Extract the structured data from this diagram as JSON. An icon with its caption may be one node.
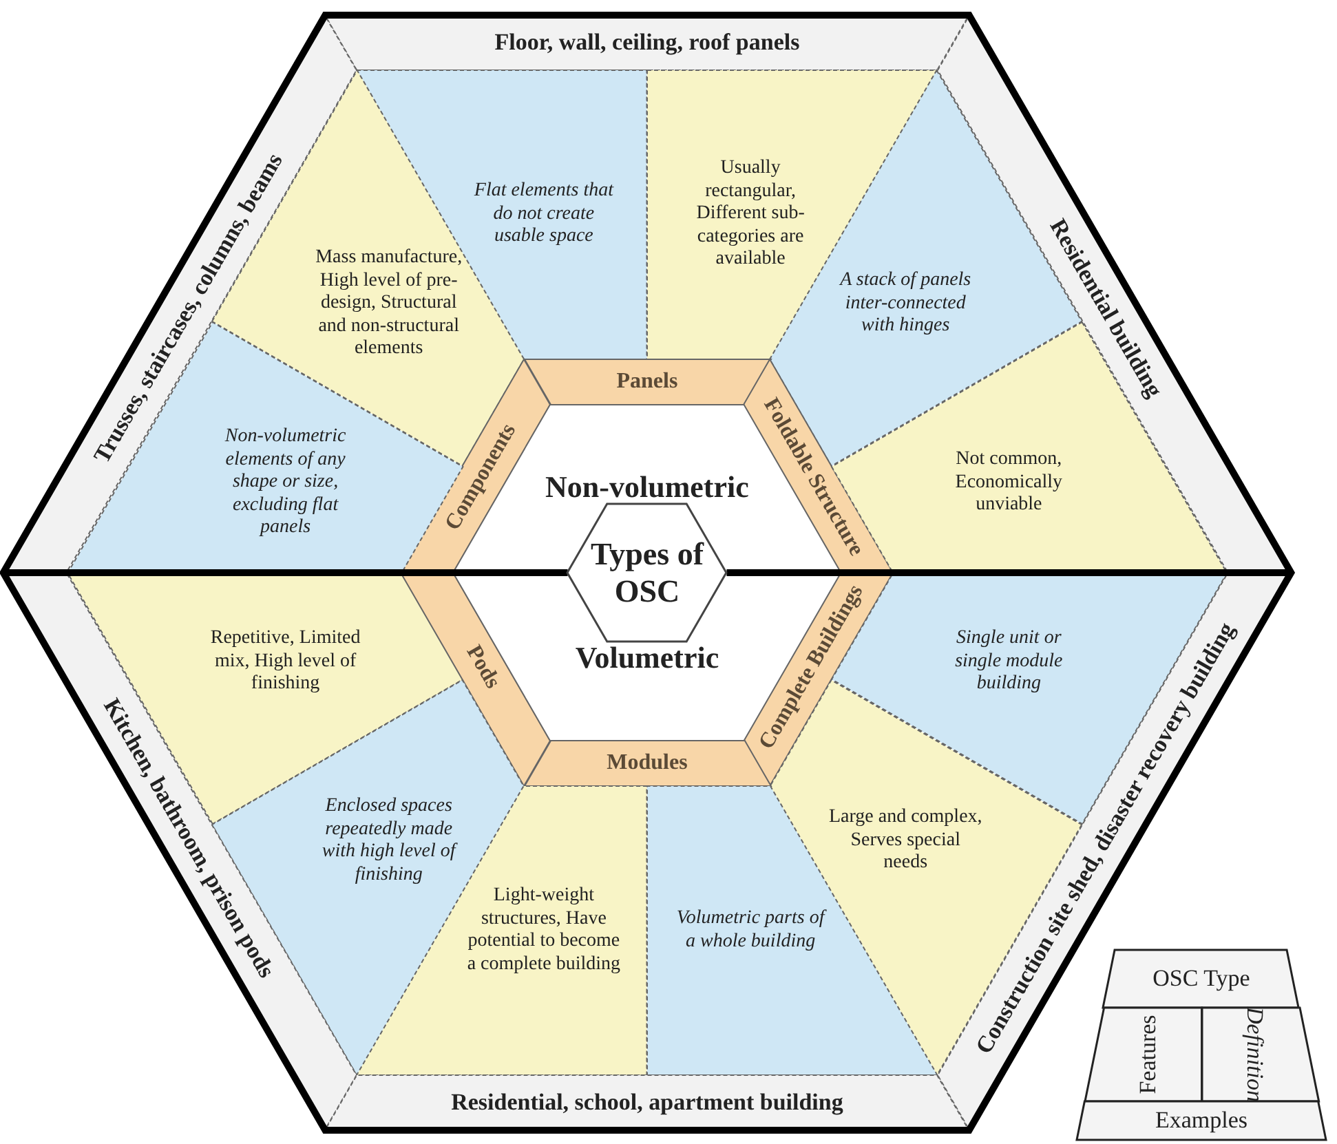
{
  "diagram": {
    "nodes": [
      {
        "text": [
          "Floor, wall, ceiling, roof panels"
        ]
      },
      {
        "text": [
          "Trusses, staircases, columns, beams"
        ]
      },
      {
        "text": [
          "Residential building"
        ]
      },
      {
        "text": [
          "Flat elements that do not create usable space"
        ]
      },
      {
        "text": [
          "Usually rectangular, Different sub-categories are available"
        ]
      },
      {
        "text": [
          "Mass manufacture, High level of pre-design, Structural and non-structural elements"
        ]
      },
      {
        "text": [
          "A stack of panels inter-connected with hinges"
        ]
      },
      {
        "text": [
          "Panels"
        ]
      },
      {
        "text": [
          "Components"
        ]
      },
      {
        "text": [
          "Foldable Structure"
        ]
      },
      {
        "text": [
          "Non-volumetric"
        ]
      },
      {
        "text": [
          "Non-volumetric elements of any shape or size, excluding flat panels"
        ]
      },
      {
        "text": [
          "Not common, Economically unviable"
        ]
      },
      {
        "text": [
          "Types of OSC"
        ]
      },
      {
        "text": [
          "Repetitive, Limited mix, High level of finishing"
        ]
      },
      {
        "text": [
          "Pods"
        ]
      },
      {
        "text": [
          "Complete Buildings"
        ]
      },
      {
        "text": [
          "Single unit or single module building"
        ]
      },
      {
        "text": [
          "Volumetric"
        ]
      },
      {
        "text": [
          "Enclosed spaces repeatedly made with high level of finishing"
        ]
      },
      {
        "text": [
          "Kitchen, bathroom, prison pods"
        ]
      },
      {
        "text": [
          "Construction site shed, disaster recovery building"
        ]
      },
      {
        "text": [
          "Large and complex, Serves special needs"
        ]
      },
      {
        "text": [
          "Modules"
        ]
      },
      {
        "text": [
          "Light-weight structures, Have potential to become a complete building"
        ]
      },
      {
        "text": [
          "Volumetric parts of a whole building"
        ]
      },
      {
        "text": [
          "Residential, school, apartment building"
        ]
      },
      {
        "text": [
          "OSC Type"
        ]
      },
      {
        "text": [
          "Features"
        ]
      },
      {
        "text": [
          "Definition"
        ]
      },
      {
        "text": [
          "Examples"
        ]
      }
    ]
  }
}
